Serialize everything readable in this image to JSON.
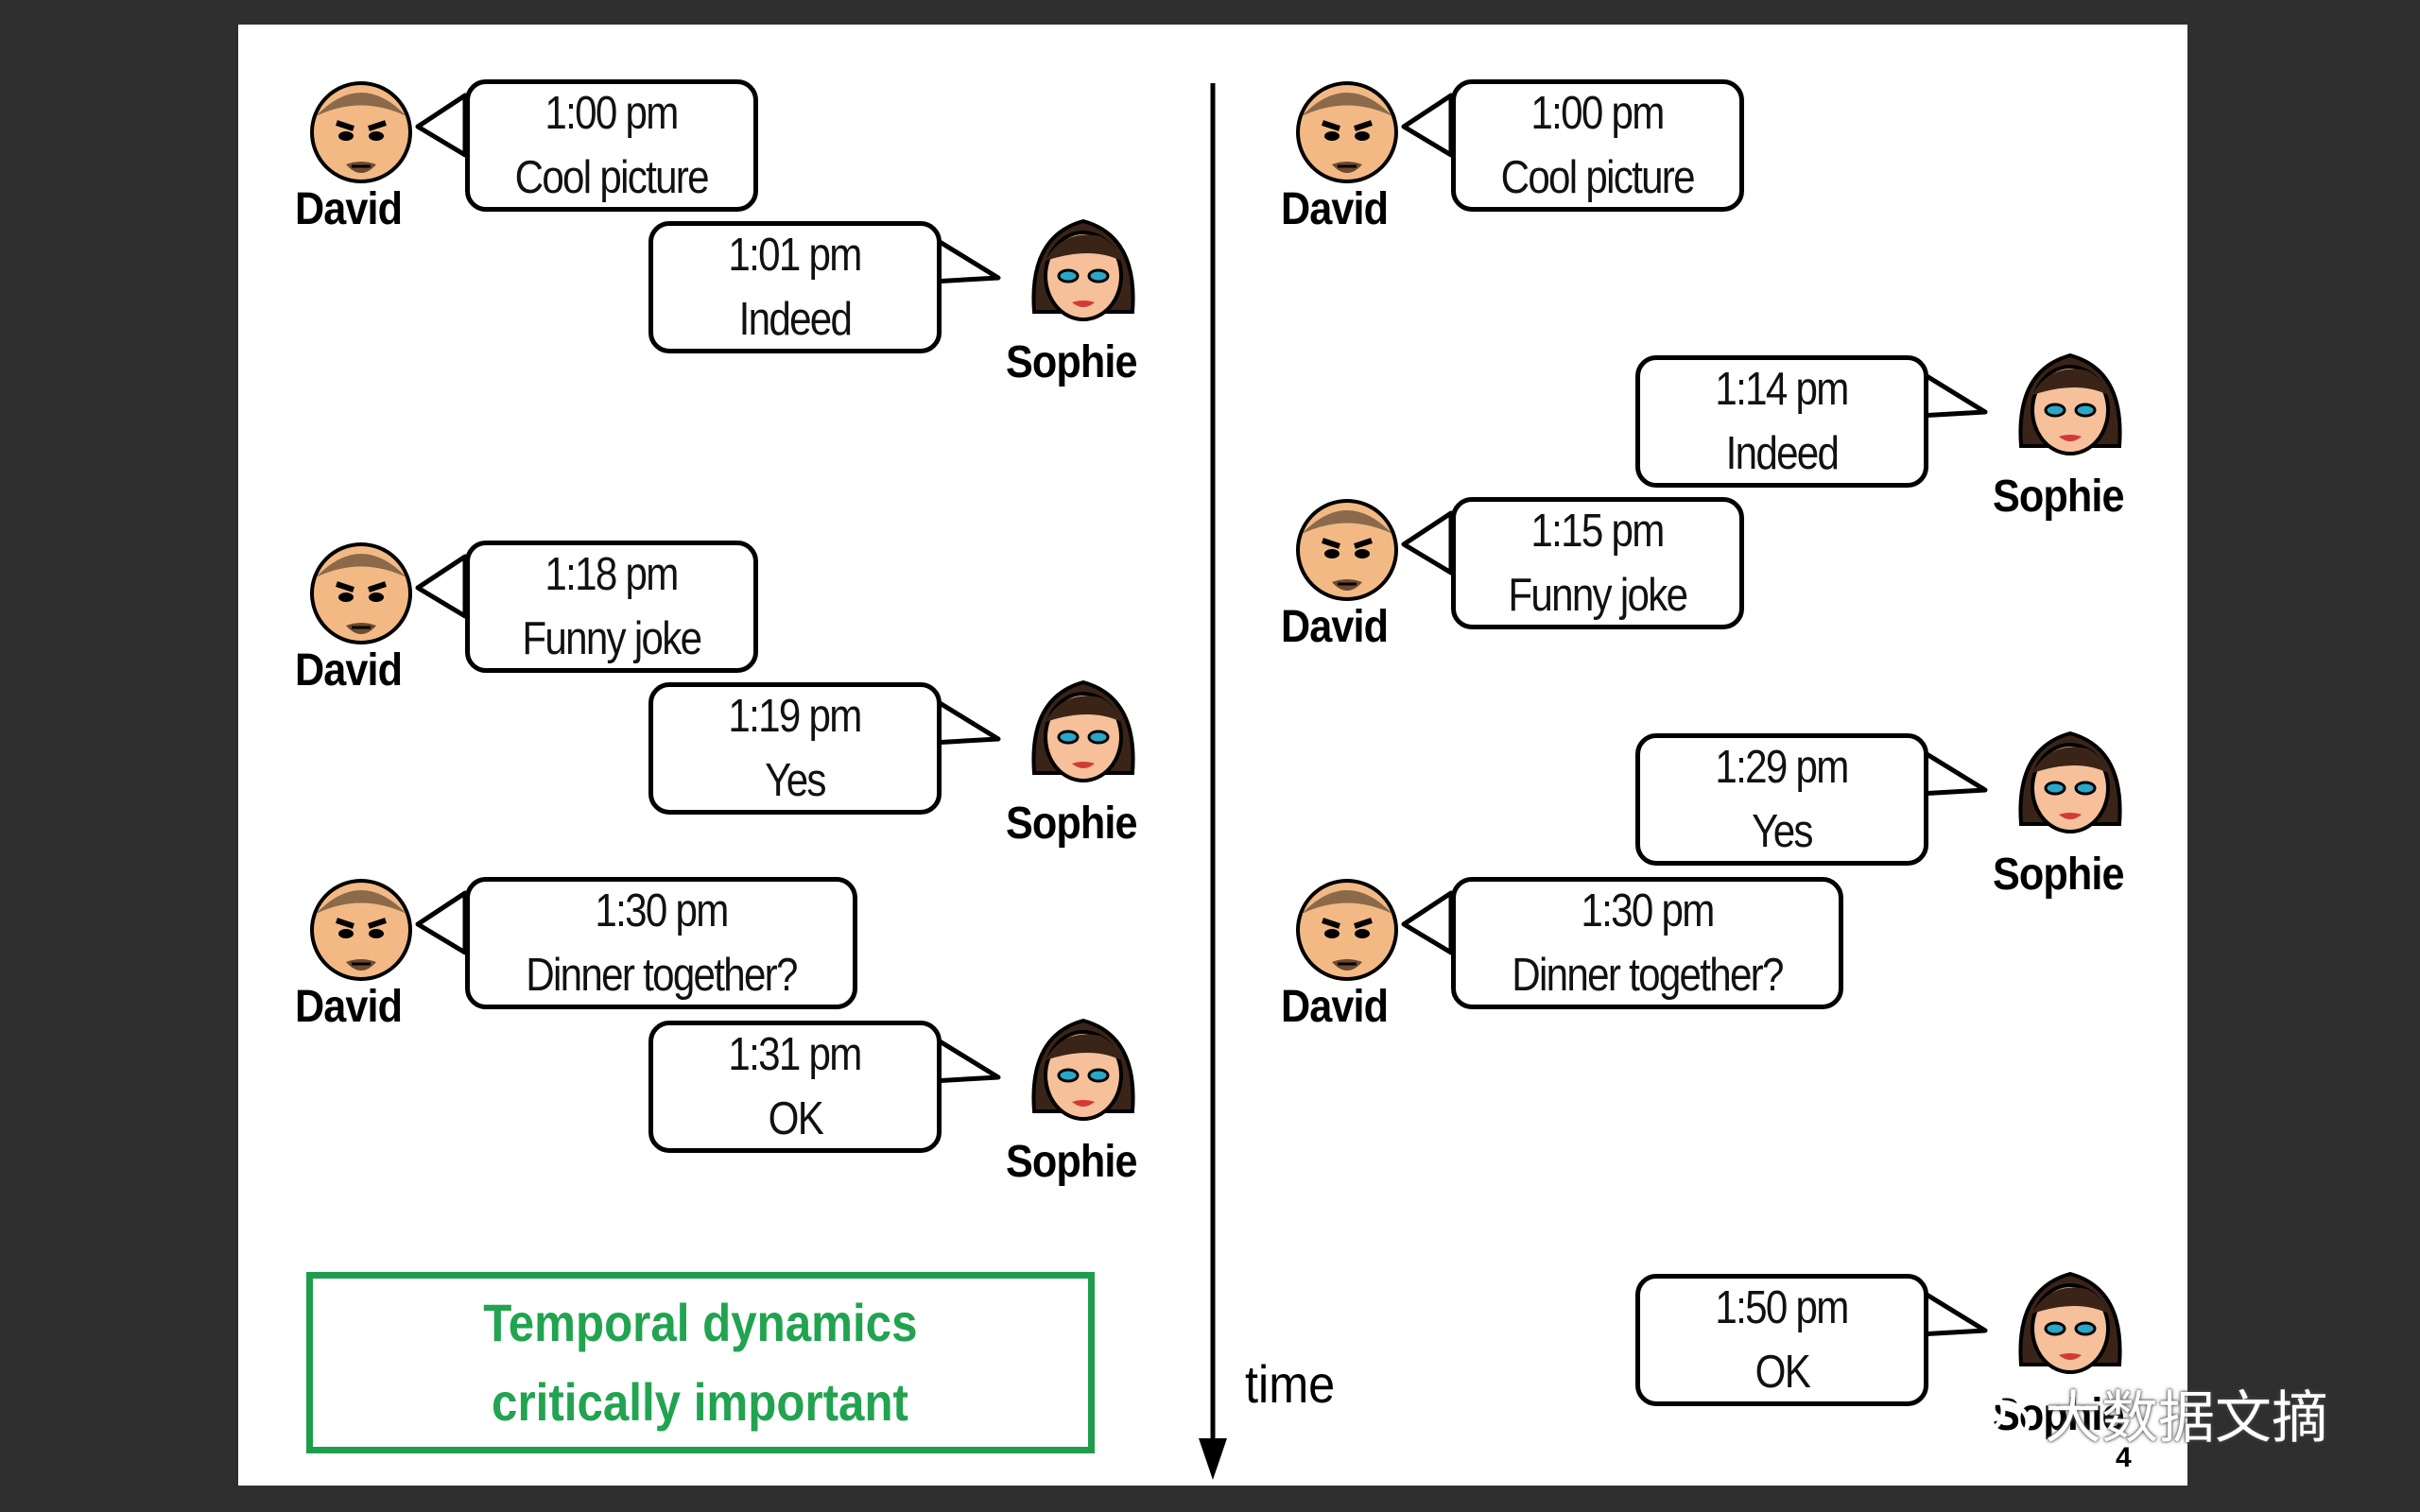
{
  "left_panel": {
    "messages": [
      {
        "sender": "David",
        "time": "1:00 pm",
        "text": "Cool picture"
      },
      {
        "sender": "Sophie",
        "time": "1:01 pm",
        "text": "Indeed"
      },
      {
        "sender": "David",
        "time": "1:18 pm",
        "text": "Funny joke"
      },
      {
        "sender": "Sophie",
        "time": "1:19 pm",
        "text": "Yes"
      },
      {
        "sender": "David",
        "time": "1:30 pm",
        "text": "Dinner together?"
      },
      {
        "sender": "Sophie",
        "time": "1:31 pm",
        "text": "OK"
      }
    ]
  },
  "right_panel": {
    "messages": [
      {
        "sender": "David",
        "time": "1:00 pm",
        "text": "Cool picture"
      },
      {
        "sender": "Sophie",
        "time": "1:14 pm",
        "text": "Indeed"
      },
      {
        "sender": "David",
        "time": "1:15 pm",
        "text": "Funny joke"
      },
      {
        "sender": "Sophie",
        "time": "1:29 pm",
        "text": "Yes"
      },
      {
        "sender": "David",
        "time": "1:30 pm",
        "text": "Dinner together?"
      },
      {
        "sender": "Sophie",
        "time": "1:50 pm",
        "text": "OK"
      }
    ]
  },
  "axis": {
    "label": "time"
  },
  "callout": {
    "line1": "Temporal dynamics",
    "line2": "critically important"
  },
  "page_number": "4",
  "watermark": {
    "text": "大数据文摘"
  },
  "colors": {
    "callout_border": "#1e9e4c",
    "callout_text": "#21a34f",
    "background": "#2f2f2f",
    "slide": "#ffffff"
  }
}
